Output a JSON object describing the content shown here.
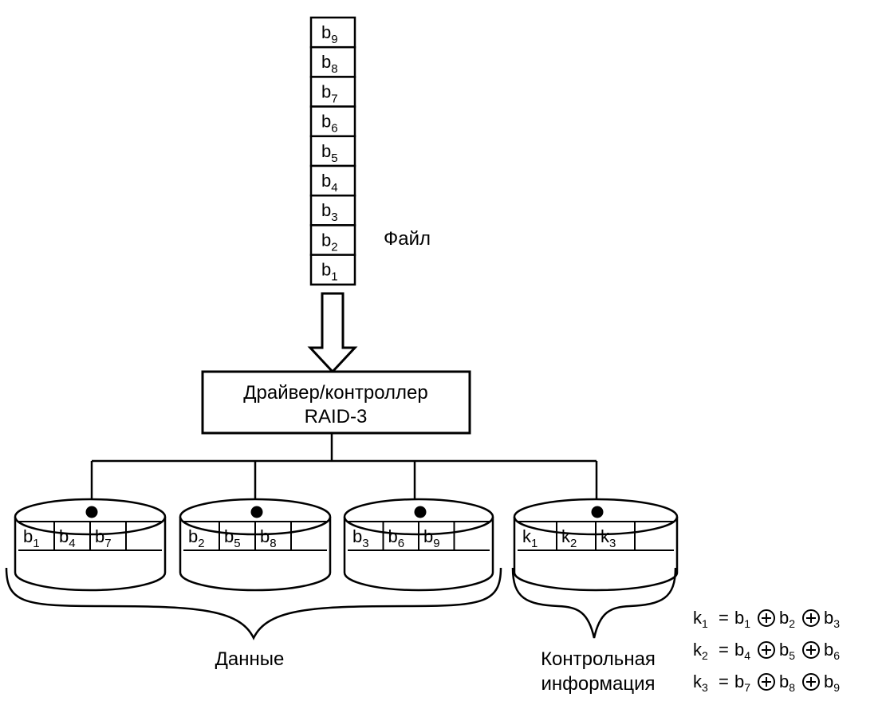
{
  "file": {
    "label": "Файл",
    "blocks": [
      {
        "base": "b",
        "sub": "9"
      },
      {
        "base": "b",
        "sub": "8"
      },
      {
        "base": "b",
        "sub": "7"
      },
      {
        "base": "b",
        "sub": "6"
      },
      {
        "base": "b",
        "sub": "5"
      },
      {
        "base": "b",
        "sub": "4"
      },
      {
        "base": "b",
        "sub": "3"
      },
      {
        "base": "b",
        "sub": "2"
      },
      {
        "base": "b",
        "sub": "1"
      }
    ]
  },
  "controller": {
    "line1": "Драйвер/контроллер",
    "line2": "RAID-3"
  },
  "disks": [
    {
      "name": "disk-data-1",
      "blocks": [
        {
          "base": "b",
          "sub": "1"
        },
        {
          "base": "b",
          "sub": "4"
        },
        {
          "base": "b",
          "sub": "7"
        }
      ]
    },
    {
      "name": "disk-data-2",
      "blocks": [
        {
          "base": "b",
          "sub": "2"
        },
        {
          "base": "b",
          "sub": "5"
        },
        {
          "base": "b",
          "sub": "8"
        }
      ]
    },
    {
      "name": "disk-data-3",
      "blocks": [
        {
          "base": "b",
          "sub": "3"
        },
        {
          "base": "b",
          "sub": "6"
        },
        {
          "base": "b",
          "sub": "9"
        }
      ]
    },
    {
      "name": "disk-parity",
      "blocks": [
        {
          "base": "k",
          "sub": "1"
        },
        {
          "base": "k",
          "sub": "2"
        },
        {
          "base": "k",
          "sub": "3"
        }
      ]
    }
  ],
  "labels": {
    "data": "Данные",
    "control_line1": "Контрольная",
    "control_line2": "информация"
  },
  "equations": [
    {
      "lhs": {
        "base": "k",
        "sub": "1"
      },
      "rhs": [
        {
          "base": "b",
          "sub": "1"
        },
        {
          "base": "b",
          "sub": "2"
        },
        {
          "base": "b",
          "sub": "3"
        }
      ]
    },
    {
      "lhs": {
        "base": "k",
        "sub": "2"
      },
      "rhs": [
        {
          "base": "b",
          "sub": "4"
        },
        {
          "base": "b",
          "sub": "5"
        },
        {
          "base": "b",
          "sub": "6"
        }
      ]
    },
    {
      "lhs": {
        "base": "k",
        "sub": "3"
      },
      "rhs": [
        {
          "base": "b",
          "sub": "7"
        },
        {
          "base": "b",
          "sub": "8"
        },
        {
          "base": "b",
          "sub": "9"
        }
      ]
    }
  ],
  "symbols": {
    "equals": "=",
    "xor": "⊕"
  }
}
